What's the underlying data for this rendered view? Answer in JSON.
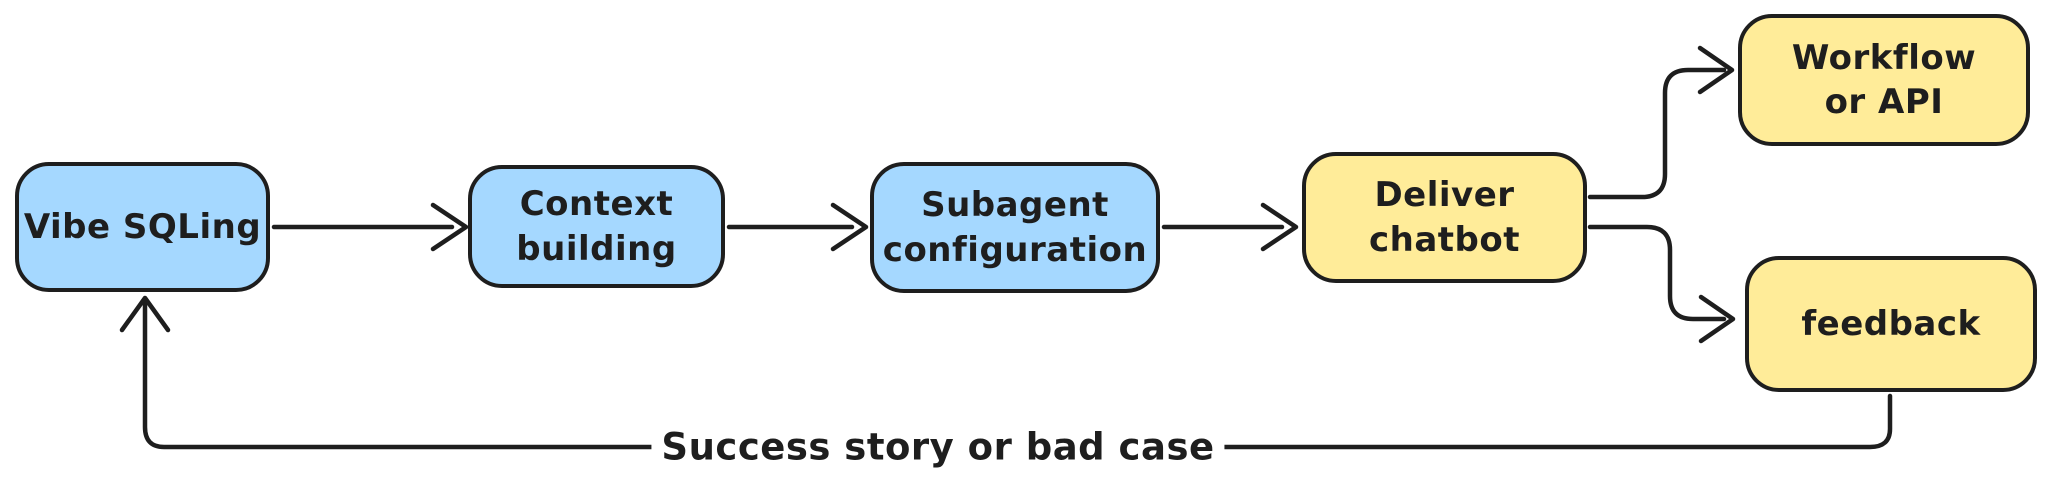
{
  "diagram": {
    "type": "flowchart",
    "style": "hand-drawn (excalidraw-like)",
    "colors": {
      "background": "#ffffff",
      "stroke": "#1e1e1e",
      "blue_fill": "#a5d8ff",
      "yellow_fill": "#ffec99"
    },
    "nodes": [
      {
        "id": "vibe-sqling",
        "fill": "#a5d8ff",
        "lines": [
          "Vibe SQLing"
        ]
      },
      {
        "id": "context-building",
        "fill": "#a5d8ff",
        "lines": [
          "Context",
          "building"
        ]
      },
      {
        "id": "subagent-configuration",
        "fill": "#a5d8ff",
        "lines": [
          "Subagent",
          "configuration"
        ]
      },
      {
        "id": "deliver-chatbot",
        "fill": "#ffec99",
        "lines": [
          "Deliver",
          "chatbot"
        ]
      },
      {
        "id": "workflow-or-api",
        "fill": "#ffec99",
        "lines": [
          "Workflow",
          "or API"
        ]
      },
      {
        "id": "feedback",
        "fill": "#ffec99",
        "lines": [
          "feedback"
        ]
      }
    ],
    "edges": [
      {
        "from": "vibe-sqling",
        "to": "context-building"
      },
      {
        "from": "context-building",
        "to": "subagent-configuration"
      },
      {
        "from": "subagent-configuration",
        "to": "deliver-chatbot"
      },
      {
        "from": "deliver-chatbot",
        "to": "workflow-or-api"
      },
      {
        "from": "deliver-chatbot",
        "to": "feedback"
      },
      {
        "from": "feedback",
        "to": "vibe-sqling",
        "label": "Success story or bad case"
      }
    ],
    "loop_label": "Success story or bad case"
  }
}
